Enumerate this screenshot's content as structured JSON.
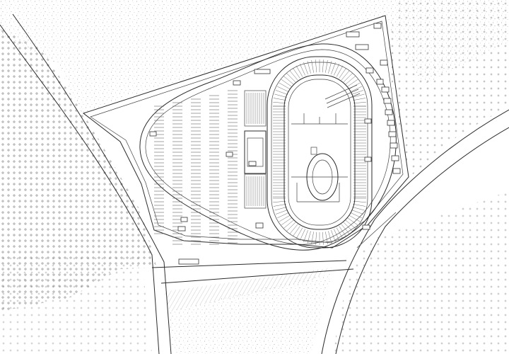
{
  "plan": {
    "colors": {
      "background": "#ffffff",
      "line": "#2b2b2b",
      "texture": "#8a8a8a"
    },
    "textures": [
      "stipple-texture",
      "dot-grid-texture",
      "diagonal-hatch-texture"
    ],
    "icons": [
      "car-icon"
    ]
  }
}
